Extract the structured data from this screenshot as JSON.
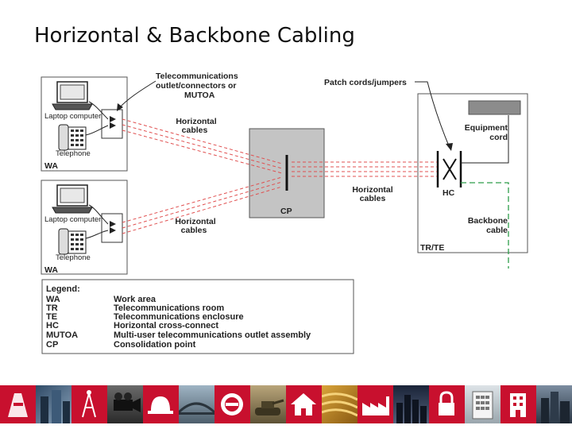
{
  "title": "Horizontal & Backbone Cabling",
  "diagram": {
    "labels": {
      "tele_outlet": [
        "Telecommunications",
        "outlet/connectors or",
        "MUTOA"
      ],
      "patch_cords": "Patch cords/jumpers",
      "laptop_top": "Laptop computer",
      "telephone_top": "Telephone",
      "wa_top": "WA",
      "horizontal_cables_top": [
        "Horizontal",
        "cables"
      ],
      "cp": "CP",
      "horizontal_cables_right": [
        "Horizontal",
        "cables"
      ],
      "equipment_cord": [
        "Equipment",
        "cord"
      ],
      "hc": "HC",
      "laptop_bottom": "Laptop computer",
      "horizontal_cables_bottom": [
        "Horizontal",
        "cables"
      ],
      "backbone_cable": [
        "Backbone",
        "cable"
      ],
      "tr_te": "TR/TE",
      "telephone_bottom": "Telephone",
      "wa_bottom": "WA"
    },
    "legend": {
      "heading": "Legend:",
      "rows": [
        {
          "abbr": "WA",
          "desc": "Work area"
        },
        {
          "abbr": "TR",
          "desc": "Telecommunications room"
        },
        {
          "abbr": "TE",
          "desc": "Telecommunications enclosure"
        },
        {
          "abbr": "HC",
          "desc": "Horizontal cross-connect"
        },
        {
          "abbr": "MUTOA",
          "desc": "Multi-user telecommunications outlet assembly"
        },
        {
          "abbr": "CP",
          "desc": "Consolidation point"
        }
      ]
    },
    "colors": {
      "cable": "#e05050",
      "backbone": "#2e9e4a",
      "cp_box": "#c4c4c4",
      "equipment": "#8c8c8c",
      "strip_accent": "#c8102e"
    }
  },
  "footer_strip": {
    "icons": [
      "cone-icon",
      "tower-icon",
      "camera-icon",
      "hardhat-icon",
      "bridge-icon",
      "seal-icon",
      "tank-icon",
      "house-icon",
      "cables-icon",
      "factory-icon",
      "skyline-icon",
      "lock-icon",
      "keypad-icon",
      "building-icon"
    ]
  }
}
